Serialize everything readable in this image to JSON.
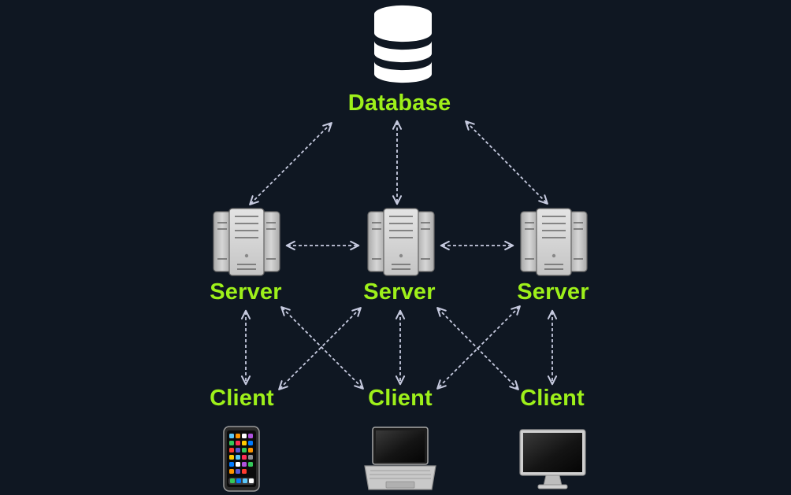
{
  "database": {
    "label": "Database",
    "icon": "database-icon"
  },
  "servers": [
    {
      "label": "Server",
      "icon": "server-tower-icon"
    },
    {
      "label": "Server",
      "icon": "server-tower-icon"
    },
    {
      "label": "Server",
      "icon": "server-tower-icon"
    }
  ],
  "clients": [
    {
      "label": "Client",
      "icon": "smartphone-icon"
    },
    {
      "label": "Client",
      "icon": "laptop-icon"
    },
    {
      "label": "Client",
      "icon": "desktop-monitor-icon"
    }
  ],
  "connections": [
    {
      "from": "database",
      "to": "server-1"
    },
    {
      "from": "database",
      "to": "server-2"
    },
    {
      "from": "database",
      "to": "server-3"
    },
    {
      "from": "server-1",
      "to": "server-2"
    },
    {
      "from": "server-2",
      "to": "server-3"
    },
    {
      "from": "server-1",
      "to": "client-1"
    },
    {
      "from": "server-1",
      "to": "client-2"
    },
    {
      "from": "server-2",
      "to": "client-1"
    },
    {
      "from": "server-2",
      "to": "client-2"
    },
    {
      "from": "server-2",
      "to": "client-3"
    },
    {
      "from": "server-3",
      "to": "client-2"
    },
    {
      "from": "server-3",
      "to": "client-3"
    }
  ],
  "colors": {
    "background": "#0f1722",
    "label": "#9ef01a",
    "arrow": "#c7cbe0",
    "icon": "#ffffff"
  }
}
